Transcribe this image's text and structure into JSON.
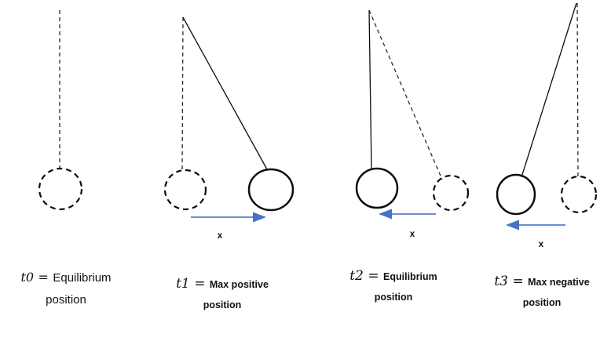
{
  "background_color": "#ffffff",
  "stroke_color": "#0d0d0d",
  "arrow_color": "#4472C4",
  "panels": [
    {
      "id": "t0",
      "time_label": "t0",
      "equals": "=",
      "description_line1": "Equilibrium",
      "description_line2": "position",
      "arrow_direction": null,
      "arrow_label": null
    },
    {
      "id": "t1",
      "time_label": "t1",
      "equals": "=",
      "description_line1": "Max positive",
      "description_line2": "position",
      "arrow_direction": "right",
      "arrow_label": "x"
    },
    {
      "id": "t2",
      "time_label": "t2",
      "equals": "=",
      "description_line1": "Equilibrium",
      "description_line2": "position",
      "arrow_direction": "left",
      "arrow_label": "x"
    },
    {
      "id": "t3",
      "time_label": "t3",
      "equals": "=",
      "description_line1": "Max negative",
      "description_line2": "position",
      "arrow_direction": "left",
      "arrow_label": "x"
    }
  ]
}
